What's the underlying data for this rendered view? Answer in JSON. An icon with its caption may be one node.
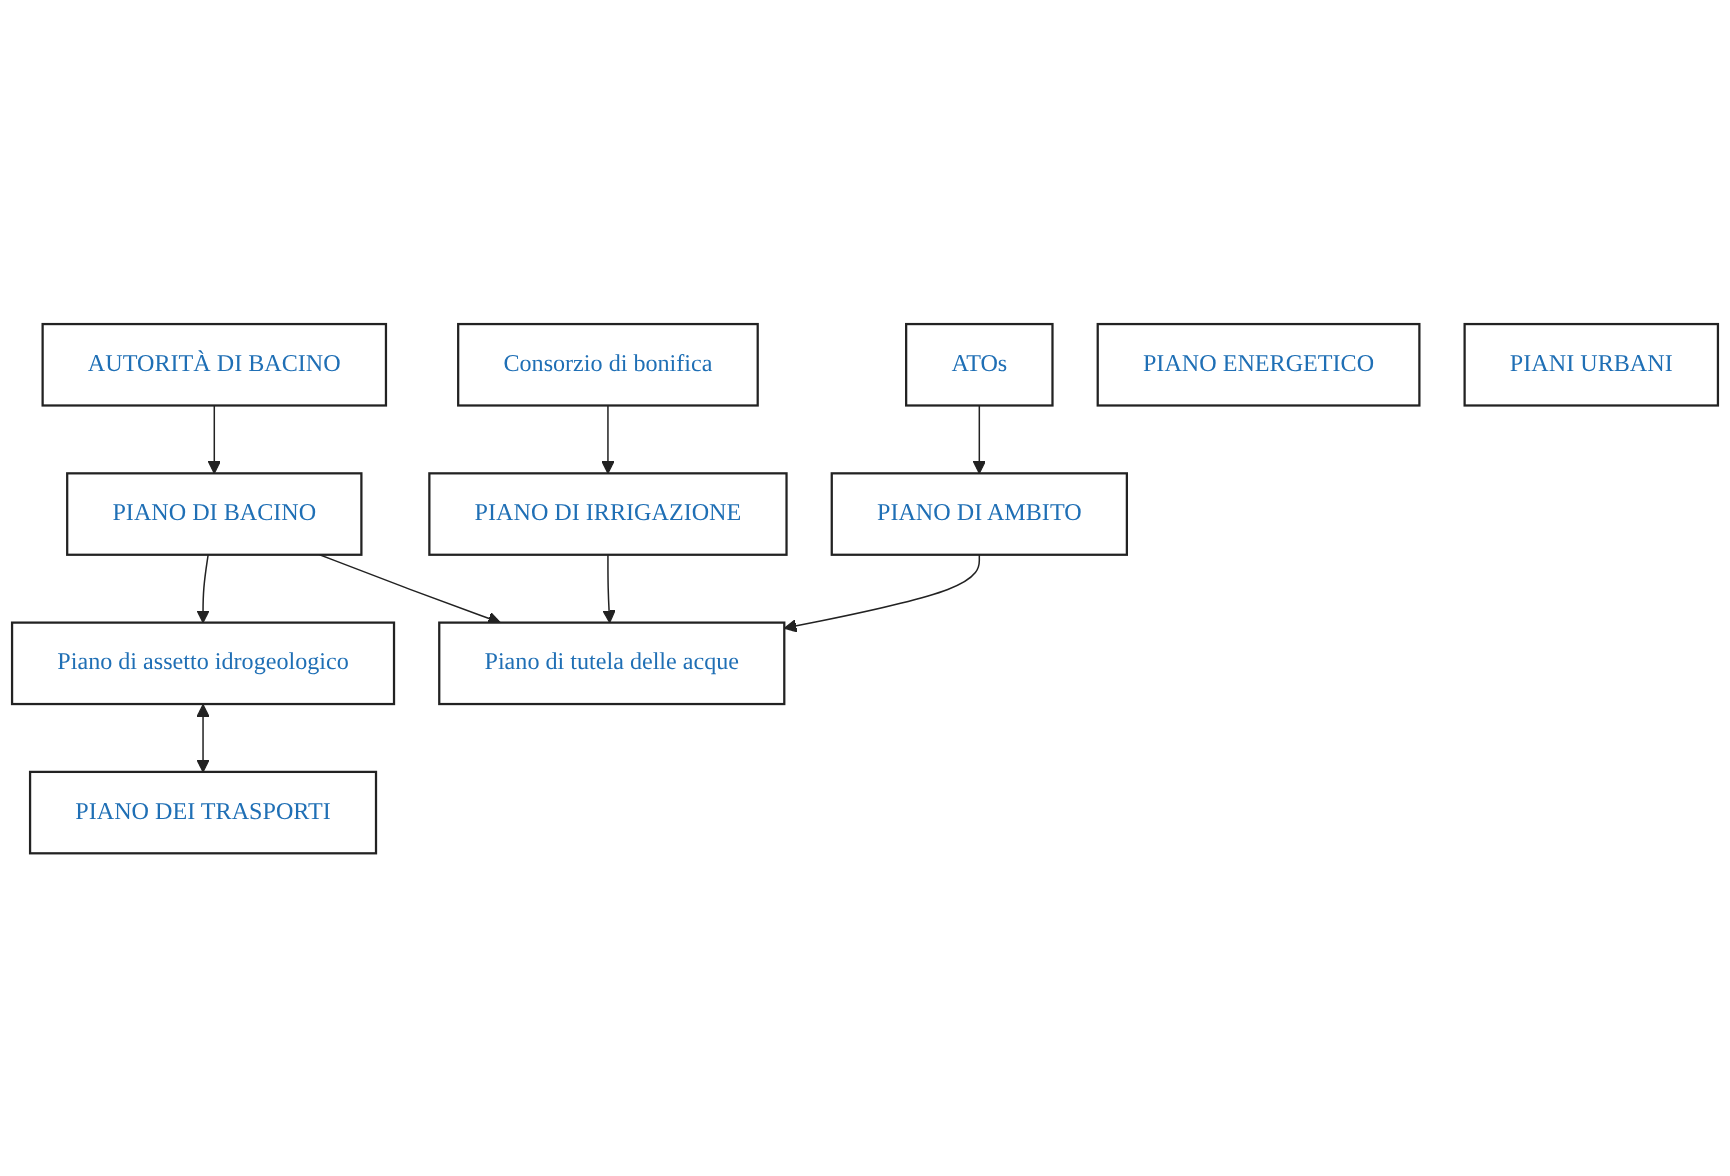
{
  "diagram": {
    "nodes": [
      {
        "text": [
          "AUTORITÀ DI BACINO"
        ]
      },
      {
        "text": [
          "PIANO DI BACINO"
        ]
      },
      {
        "text": [
          "Piano di assetto idrogeologico"
        ]
      },
      {
        "text": [
          "Piano di tutela delle acque"
        ]
      },
      {
        "text": [
          "PIANO DI IRRIGAZIONE"
        ]
      },
      {
        "text": [
          "PIANO DI AMBITO"
        ]
      },
      {
        "text": [
          "Consorzio di bonifica"
        ]
      },
      {
        "text": [
          "ATOs"
        ]
      },
      {
        "text": [
          "PIANO DEI TRASPORTI"
        ]
      },
      {
        "text": [
          "PIANO ENERGETICO"
        ]
      },
      {
        "text": [
          "PIANI URBANI"
        ]
      }
    ],
    "edges": [
      {
        "from": 0,
        "to": 1,
        "arrow": "to"
      },
      {
        "from": 1,
        "to": 2,
        "arrow": "to"
      },
      {
        "from": 1,
        "to": 3,
        "arrow": "to"
      },
      {
        "from": 4,
        "to": 3,
        "arrow": "to"
      },
      {
        "from": 5,
        "to": 3,
        "arrow": "to"
      },
      {
        "from": 6,
        "to": 4,
        "arrow": "to"
      },
      {
        "from": 7,
        "to": 5,
        "arrow": "to"
      },
      {
        "from": 2,
        "to": 8,
        "arrow": "both"
      }
    ]
  }
}
